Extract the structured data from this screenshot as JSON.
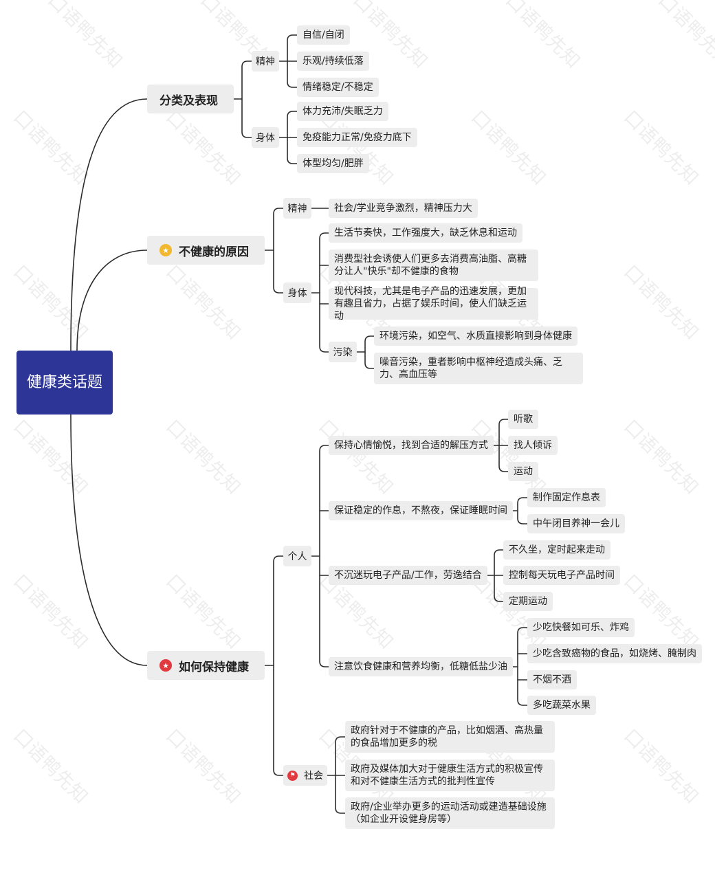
{
  "root": "健康类话题",
  "watermark": "口语鸭先知",
  "branches": {
    "classify": {
      "title": "分类及表现",
      "mental": {
        "label": "精神",
        "items": [
          "自信/自闭",
          "乐观/持续低落",
          "情绪稳定/不稳定"
        ]
      },
      "physical": {
        "label": "身体",
        "items": [
          "体力充沛/失眠乏力",
          "免疫能力正常/免疫力底下",
          "体型均匀/肥胖"
        ]
      }
    },
    "causes": {
      "title": "不健康的原因",
      "mental": {
        "label": "精神",
        "items": [
          "社会/学业竞争激烈，精神压力大"
        ]
      },
      "physical": {
        "label": "身体",
        "items": [
          "生活节奏快，工作强度大，缺乏休息和运动",
          "消费型社会诱使人们更多去消费高油脂、高糖分让人\"快乐\"却不健康的食物",
          "现代科技，尤其是电子产品的迅速发展，更加有趣且省力，占据了娱乐时间，使人们缺乏运动"
        ],
        "pollution": {
          "label": "污染",
          "items": [
            "环境污染，如空气、水质直接影响到身体健康",
            "噪音污染，重者影响中枢神经造成头痛、乏力、高血压等"
          ]
        }
      }
    },
    "keep": {
      "title": "如何保持健康",
      "personal": {
        "label": "个人",
        "groups": [
          {
            "text": "保持心情愉悦，找到合适的解压方式",
            "items": [
              "听歌",
              "找人倾诉",
              "运动"
            ]
          },
          {
            "text": "保证稳定的作息，不熬夜，保证睡眠时间",
            "items": [
              "制作固定作息表",
              "中午闭目养神一会儿"
            ]
          },
          {
            "text": "不沉迷玩电子产品/工作，劳逸结合",
            "items": [
              "不久坐，定时起来走动",
              "控制每天玩电子产品时间",
              "定期运动"
            ]
          },
          {
            "text": "注意饮食健康和营养均衡，低糖低盐少油",
            "items": [
              "少吃快餐如可乐、炸鸡",
              "少吃含致癌物的食品，如烧烤、腌制肉",
              "不烟不酒",
              "多吃蔬菜水果"
            ]
          }
        ]
      },
      "society": {
        "label": "社会",
        "items": [
          "政府针对于不健康的产品，比如烟酒、高热量的食品增加更多的税",
          "政府及媒体加大对于健康生活方式的积极宣传和对不健康生活方式的批判性宣传",
          "政府/企业举办更多的运动活动或建造基础设施（如企业开设健身房等）"
        ]
      }
    }
  },
  "colors": {
    "root_bg": "#2d3596",
    "node_bg": "#ededed",
    "line": "#2b2b2b",
    "star_badge": "#f0b72f",
    "red_badge": "#e0393e"
  }
}
